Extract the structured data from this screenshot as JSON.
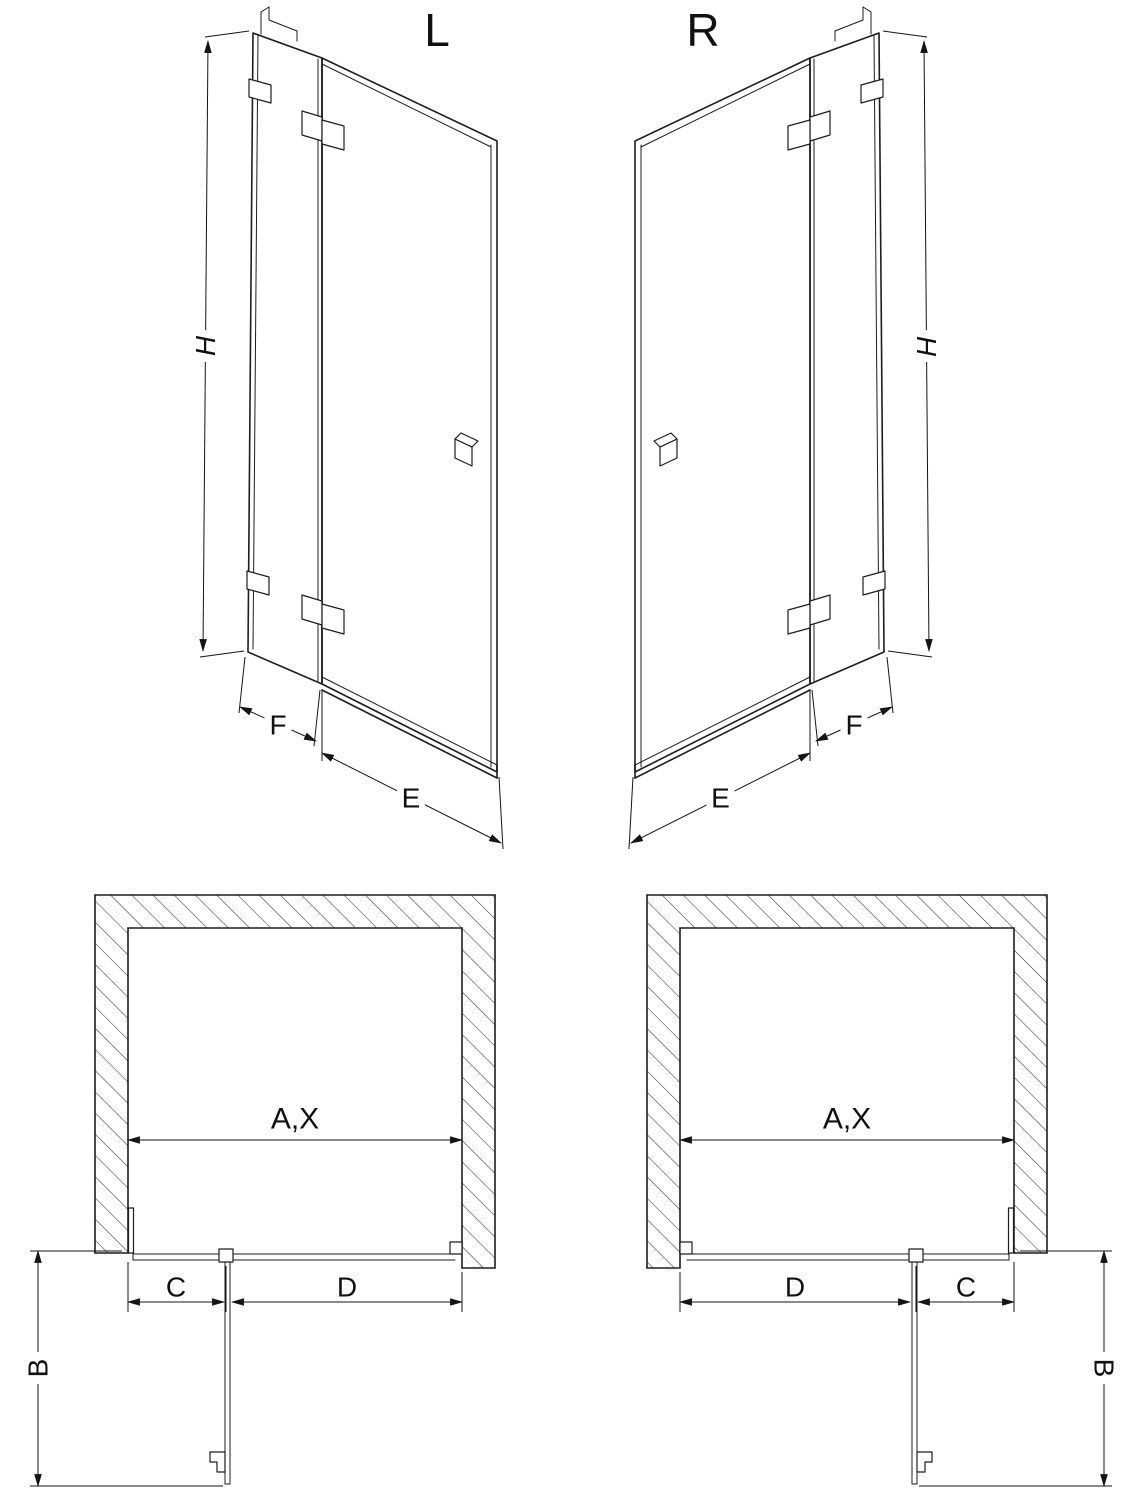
{
  "colors": {
    "ink": "#1d1d1d",
    "background": "#ffffff"
  },
  "figure": {
    "left_door": {
      "variant_label": "L",
      "height": "H",
      "door_width": "E",
      "fixed_width": "F"
    },
    "right_door": {
      "variant_label": "R",
      "height": "H",
      "door_width": "E",
      "fixed_width": "F"
    },
    "left_plan": {
      "opening_width": "A,X",
      "side_depth": "B",
      "fixed_segment": "C",
      "door_segment": "D"
    },
    "right_plan": {
      "opening_width": "A,X",
      "side_depth": "B",
      "fixed_segment": "C",
      "door_segment": "D"
    }
  }
}
